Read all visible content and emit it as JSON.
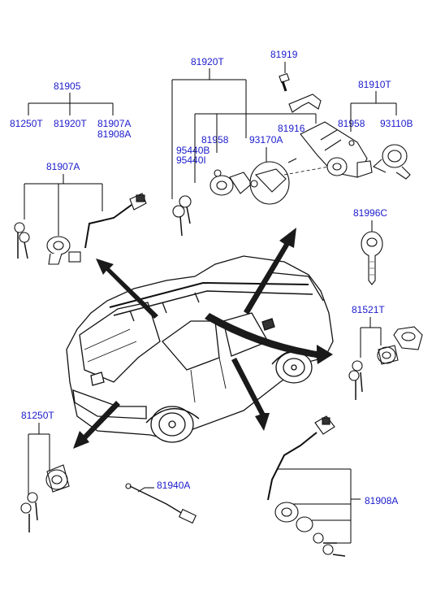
{
  "colors": {
    "label": "#1a1acc",
    "line": "#000000",
    "arrow": "#1a1a1a"
  },
  "labels": {
    "l81905": "81905",
    "l81250T_a": "81250T",
    "l81920T_a": "81920T",
    "l81907A_a": "81907A",
    "l81908A_a": "81908A",
    "l81920T_b": "81920T",
    "l81919": "81919",
    "l81910T": "81910T",
    "l81958_a": "81958",
    "l81916": "81916",
    "l81958_b": "81958",
    "l93110B": "93110B",
    "l95440B": "95440B",
    "l95440I": "95440I",
    "l93170A": "93170A",
    "l81907A_b": "81907A",
    "l81996C": "81996C",
    "l81521T": "81521T",
    "l81250T_b": "81250T",
    "l81940A": "81940A",
    "l81908A_b": "81908A"
  }
}
